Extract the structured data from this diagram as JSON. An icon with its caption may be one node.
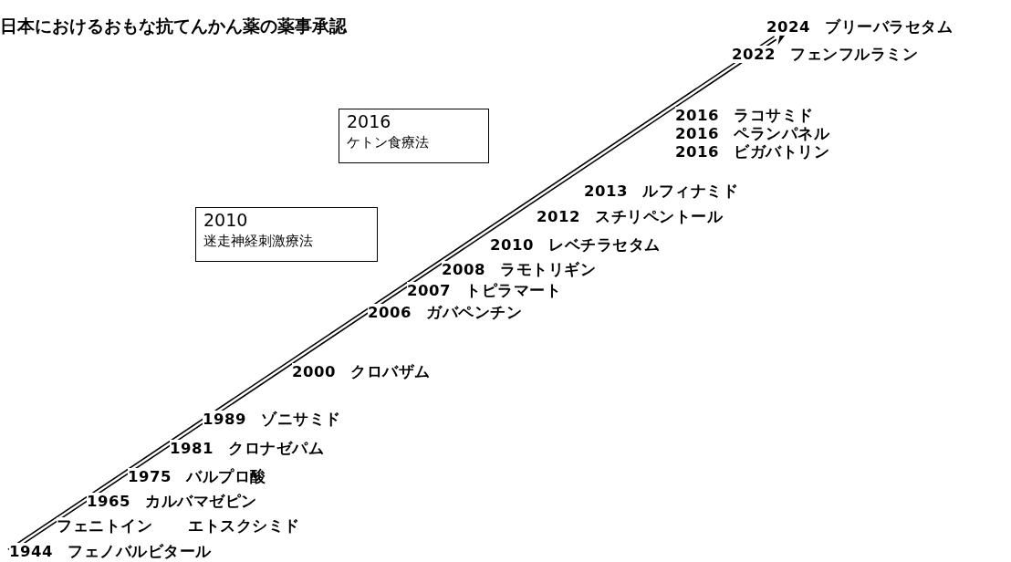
{
  "diagram": {
    "title": "日本におけるおもな抗てんかん薬の薬事承認",
    "nodes": [
      {
        "text": [
          "2016",
          "ケトン食療法"
        ]
      },
      {
        "text": [
          "2010",
          "迷走神経刺激療法"
        ]
      }
    ],
    "edges": [],
    "labels": [
      "2024 ブリーバラセタム",
      "2022 フェンフルラミン",
      "2016 ラコサミド",
      "2016 ペランパネル",
      "2016 ビガバトリン",
      "2013 ルフィナミド",
      "2012 スチリペントール",
      "2010 レベチラセタム",
      "2008 ラモトリギン",
      "2007 トピラマート",
      "2006 ガバペンチン",
      "2000 クロバザム",
      "1989 ゾニサミド",
      "1981 クロナゼパム",
      "1975 バルプロ酸",
      "1965 カルバマゼピン",
      "フェニトイン エトスクシミド",
      "1944 フェノバルビタール"
    ]
  }
}
